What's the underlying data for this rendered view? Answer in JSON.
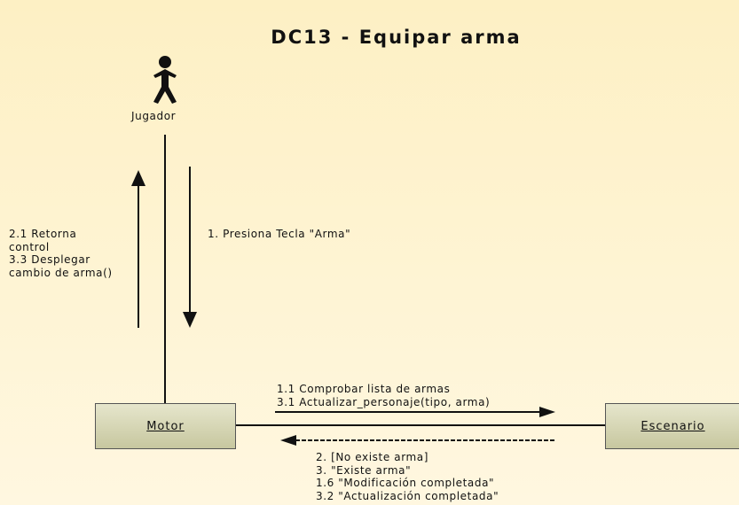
{
  "title": "DC13 - Equipar arma",
  "actor": {
    "label": "Jugador"
  },
  "objects": {
    "motor": "Motor",
    "escenario": "Escenario"
  },
  "messages": {
    "return_lines": [
      "2.1 Retorna",
      "control",
      "3.3 Desplegar",
      "cambio de arma()"
    ],
    "press_key": "1. Presiona Tecla \"Arma\"",
    "to_escenario": [
      "1.1 Comprobar lista de armas",
      "3.1 Actualizar_personaje(tipo, arma)"
    ],
    "from_escenario": [
      "2. [No existe arma]",
      "3. \"Existe arma\"",
      "1.6 \"Modificación completada\"",
      "3.2 \"Actualización completada\""
    ]
  }
}
